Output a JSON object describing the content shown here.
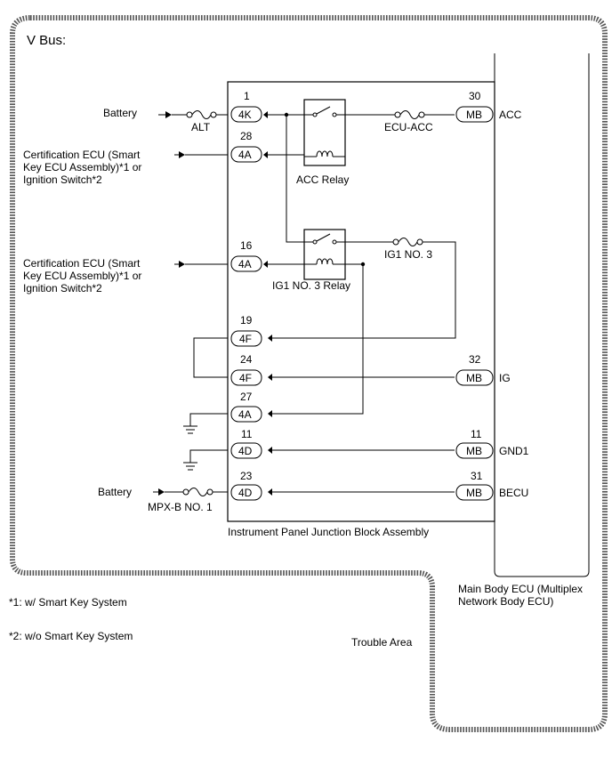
{
  "title": "V Bus:",
  "trouble_area_label": "Trouble Area",
  "footnotes": [
    "*1: w/ Smart Key System",
    "*2: w/o Smart Key System"
  ],
  "inputs": {
    "battery_top": "Battery",
    "battery_bottom": "Battery",
    "cert_ecu_1": [
      "Certification ECU (Smart",
      "Key ECU Assembly)*1 or",
      "Ignition Switch*2"
    ],
    "cert_ecu_2": [
      "Certification ECU (Smart",
      "Key ECU Assembly)*1 or",
      "Ignition Switch*2"
    ]
  },
  "junction_block": {
    "name": "Instrument Panel Junction Block Assembly",
    "fuses": {
      "alt": "ALT",
      "ecu_acc": "ECU-ACC",
      "ig1_no3": "IG1 NO. 3",
      "mpx_b_no1": "MPX-B NO. 1"
    },
    "relays": {
      "acc": "ACC Relay",
      "ig1_no3": "IG1 NO. 3 Relay"
    },
    "connectors": [
      {
        "pin": "1",
        "code": "4K"
      },
      {
        "pin": "28",
        "code": "4A"
      },
      {
        "pin": "16",
        "code": "4A"
      },
      {
        "pin": "19",
        "code": "4F"
      },
      {
        "pin": "24",
        "code": "4F"
      },
      {
        "pin": "27",
        "code": "4A"
      },
      {
        "pin": "11",
        "code": "4D"
      },
      {
        "pin": "23",
        "code": "4D"
      }
    ]
  },
  "main_body_ecu": {
    "name": [
      "Main Body ECU (Multiplex",
      "Network Body ECU)"
    ],
    "connectors": [
      {
        "pin": "30",
        "code": "MB",
        "signal": "ACC"
      },
      {
        "pin": "32",
        "code": "MB",
        "signal": "IG"
      },
      {
        "pin": "11",
        "code": "MB",
        "signal": "GND1"
      },
      {
        "pin": "31",
        "code": "MB",
        "signal": "BECU"
      }
    ]
  }
}
